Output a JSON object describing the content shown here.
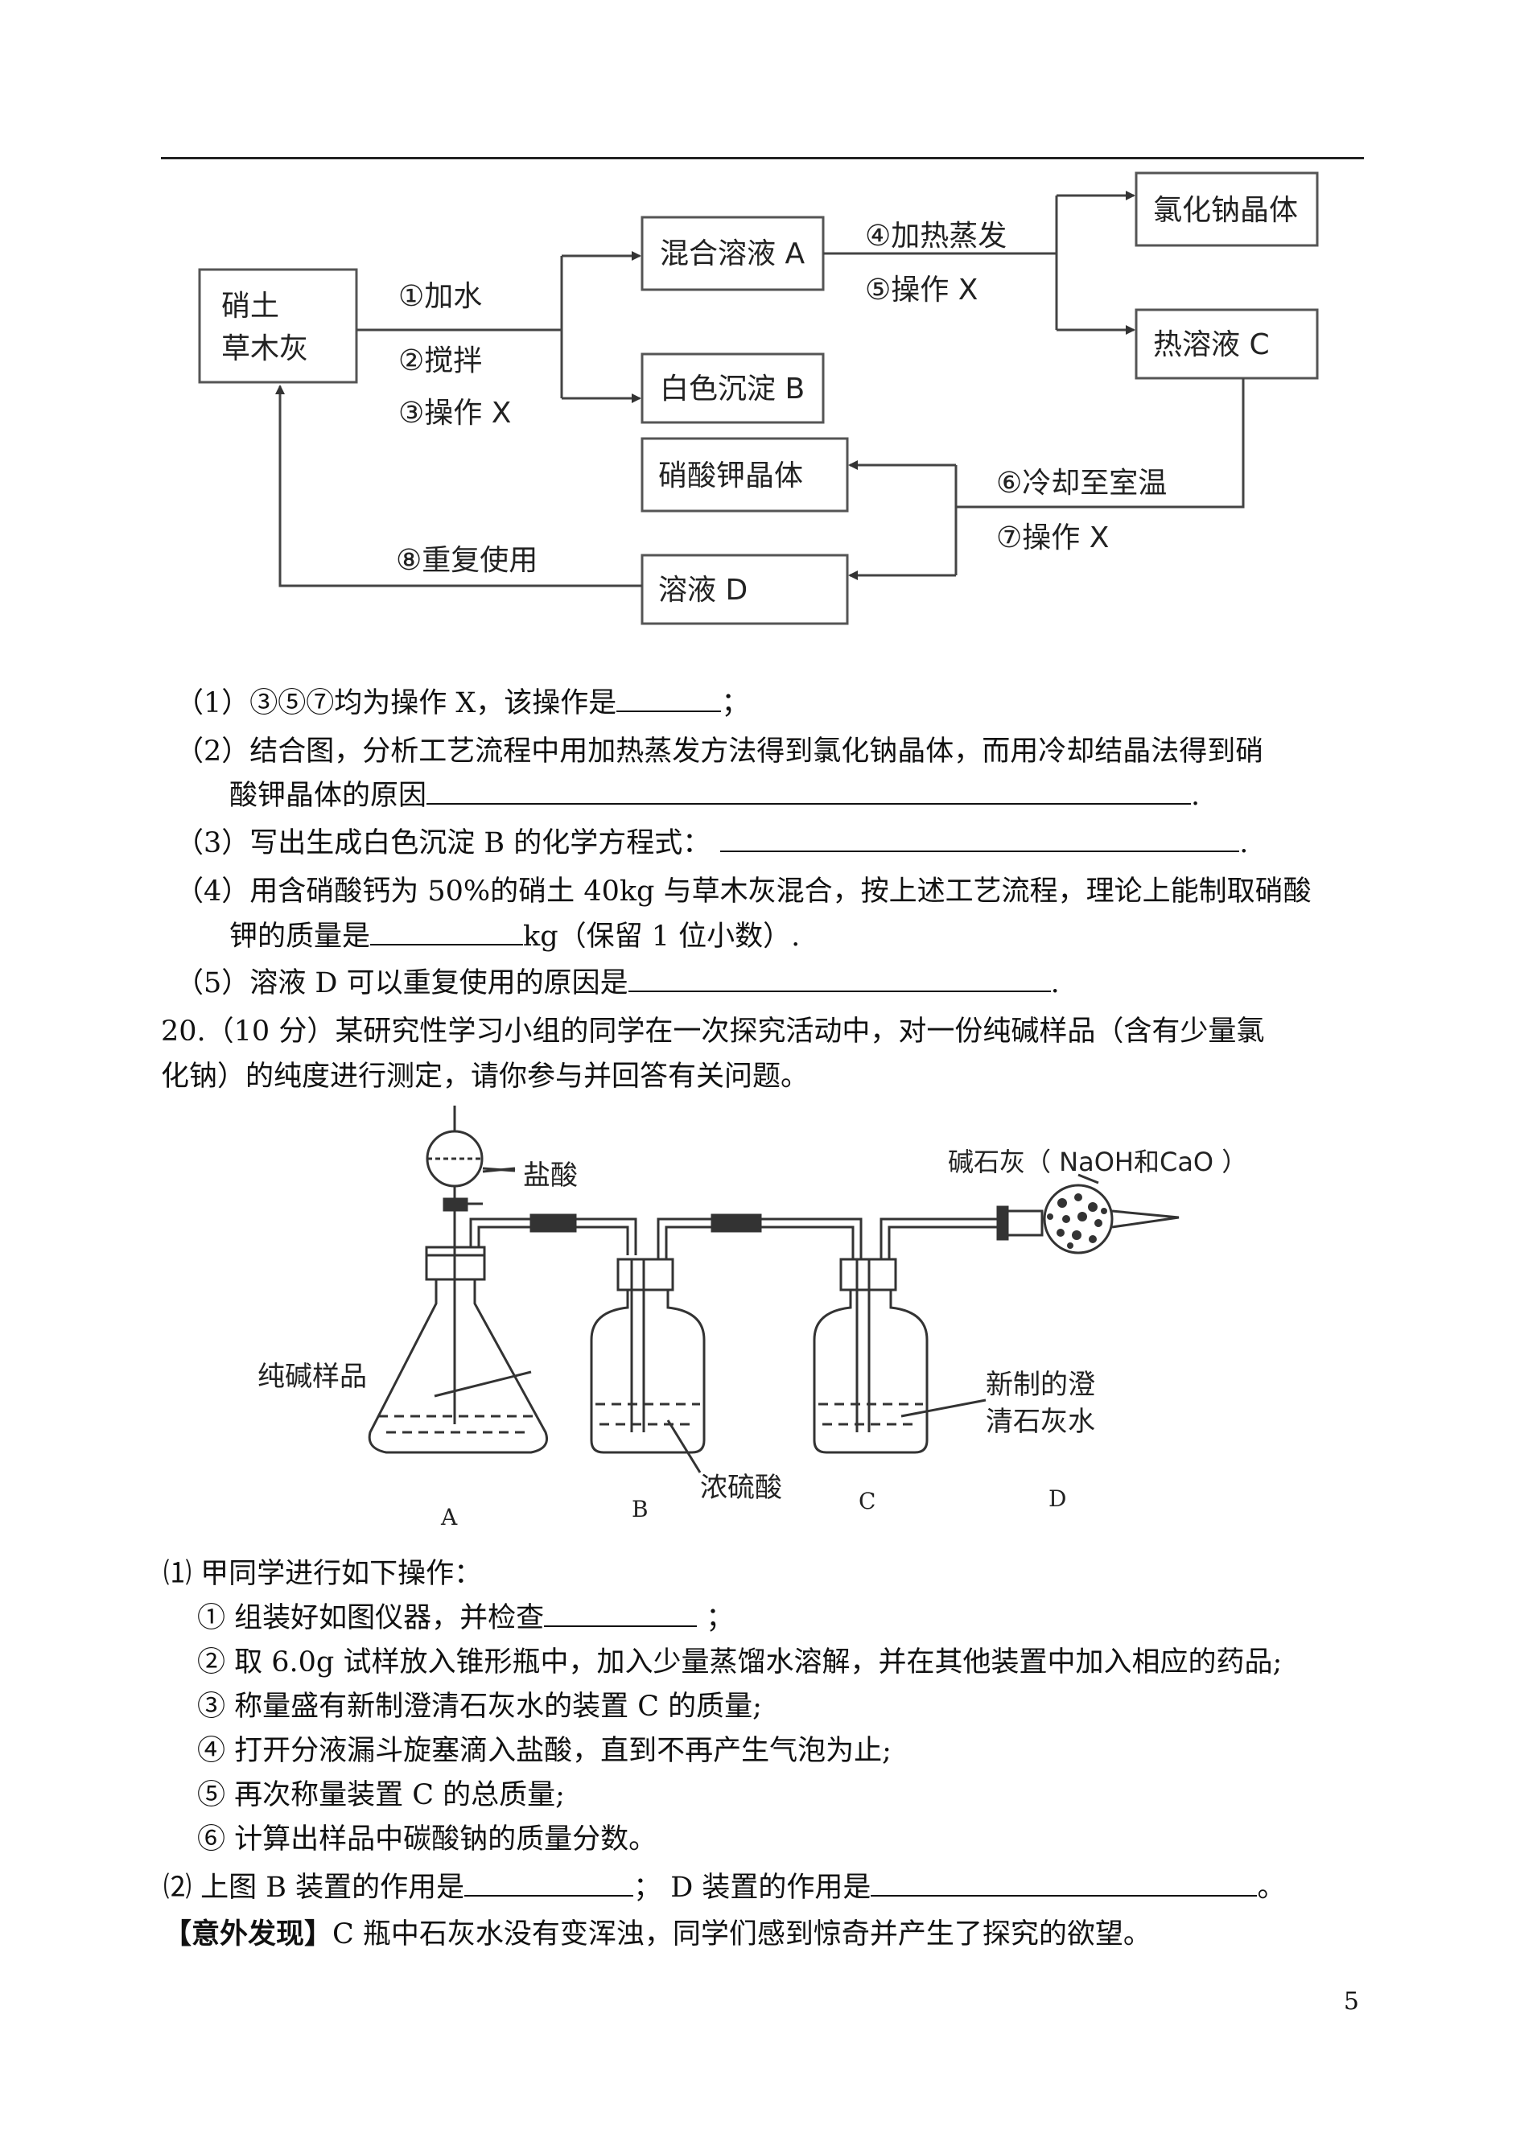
{
  "flowchart": {
    "boxes": {
      "start": [
        "硝土",
        "草木灰"
      ],
      "mixA": "混合溶液 A",
      "precipB": "白色沉淀 B",
      "nacl": "氯化钠晶体",
      "hotC": "热溶液 C",
      "kno3": "硝酸钾晶体",
      "solD": "溶液 D"
    },
    "steps": {
      "s1": "①加水",
      "s2": "②搅拌",
      "s3": "③操作 X",
      "s4": "④加热蒸发",
      "s5": "⑤操作 X",
      "s6": "⑥冷却至室温",
      "s7": "⑦操作 X",
      "s8": "⑧重复使用"
    }
  },
  "q19": {
    "p1": {
      "text": "（1）③⑤⑦均为操作 X，该操作是",
      "end": "；"
    },
    "p2": {
      "line1": "（2）结合图，分析工艺流程中用加热蒸发方法得到氯化钠晶体，而用冷却结晶法得到硝",
      "line2": "酸钾晶体的原因",
      "end": "."
    },
    "p3": {
      "text": "（3）写出生成白色沉淀 B 的化学方程式：",
      "end": "."
    },
    "p4": {
      "line1": "（4）用含硝酸钙为 50%的硝土 40kg 与草木灰混合，按上述工艺流程，理论上能制取硝酸",
      "line2a": "钾的质量是",
      "line2b": "kg（保留 1 位小数）."
    },
    "p5": {
      "text": "（5）溶液 D 可以重复使用的原因是",
      "end": "."
    }
  },
  "q20": {
    "line1": "20.（10 分）某研究性学习小组的同学在一次探究活动中，对一份纯碱样品（含有少量氯",
    "line2": "化钠）的纯度进行测定，请你参与并回答有关问题。"
  },
  "apparatus": {
    "labels": {
      "hcl": "盐酸",
      "soda_lime": "碱石灰（ NaOH和CaO ）",
      "sample": "纯碱样品",
      "lime_water": [
        "新制的澄",
        "清石灰水"
      ],
      "h2so4": "浓硫酸"
    },
    "letters": [
      "A",
      "B",
      "C",
      "D"
    ]
  },
  "part1": {
    "intro": "⑴ 甲同学进行如下操作：",
    "steps": [
      {
        "text": "① 组装好如图仪器，并检查",
        "end": " ；"
      },
      {
        "text": "② 取 6.0g 试样放入锥形瓶中，加入少量蒸馏水溶解，并在其他装置中加入相应的药品;"
      },
      {
        "text": "③ 称量盛有新制澄清石灰水的装置 C 的质量;"
      },
      {
        "text": "④ 打开分液漏斗旋塞滴入盐酸，直到不再产生气泡为止;"
      },
      {
        "text": "⑤ 再次称量装置 C 的总质量;"
      },
      {
        "text": "⑥ 计算出样品中碳酸钠的质量分数。"
      }
    ]
  },
  "part2": {
    "a": "⑵ 上图 B 装置的作用是",
    "b": "；   D 装置的作用是",
    "end": "。"
  },
  "finding": {
    "tag": "【意外发现】",
    "text": "C 瓶中石灰水没有变浑浊，同学们感到惊奇并产生了探究的欲望。"
  },
  "page_number": "5"
}
